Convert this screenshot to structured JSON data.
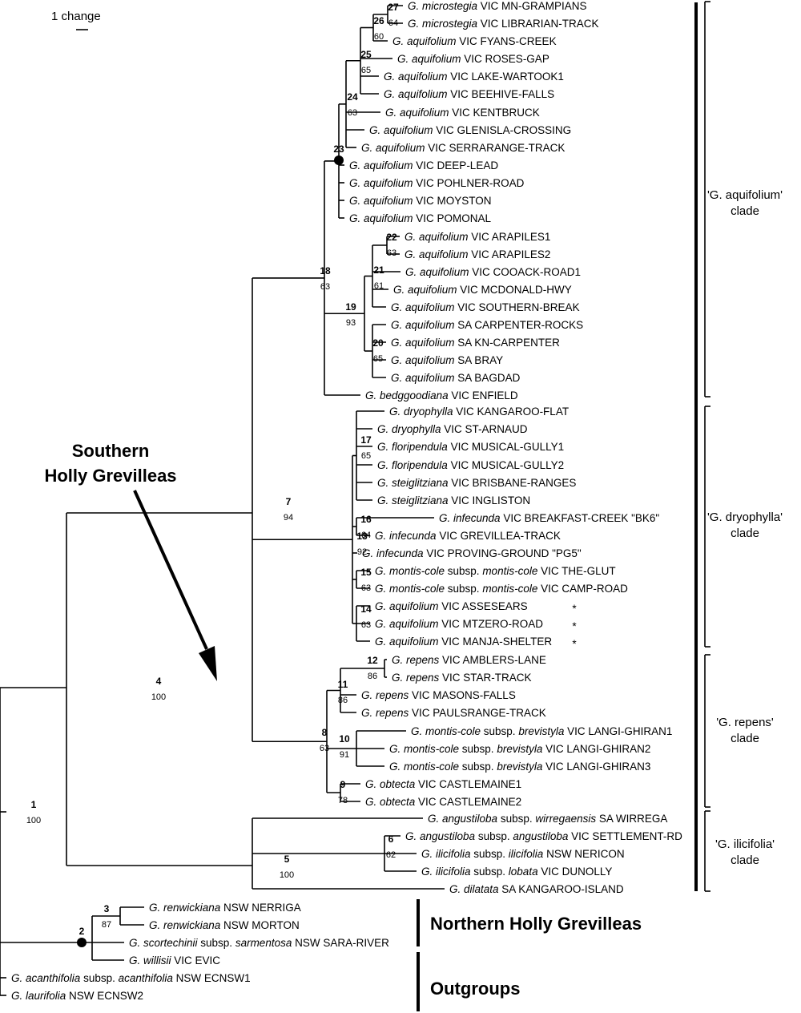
{
  "scale_label": "1 change",
  "callouts": {
    "southern_line1": "Southern",
    "southern_line2": "Holly Grevilleas",
    "northern": "Northern Holly Grevilleas",
    "outgroups": "Outgroups"
  },
  "clades": [
    {
      "name": "'G. aquifolium'",
      "suffix": "clade"
    },
    {
      "name": "'G. dryophylla'",
      "suffix": "clade"
    },
    {
      "name": "'G. repens'",
      "suffix": "clade"
    },
    {
      "name": "'G. ilicifolia'",
      "suffix": "clade"
    }
  ],
  "taxa": [
    {
      "sp": "G. microstegia",
      "loc": "VIC MN-GRAMPIANS"
    },
    {
      "sp": "G. microstegia",
      "loc": "VIC LIBRARIAN-TRACK"
    },
    {
      "sp": "G. aquifolium",
      "loc": "VIC FYANS-CREEK"
    },
    {
      "sp": "G. aquifolium",
      "loc": "VIC ROSES-GAP"
    },
    {
      "sp": "G. aquifolium",
      "loc": "VIC LAKE-WARTOOK1"
    },
    {
      "sp": "G. aquifolium",
      "loc": "VIC BEEHIVE-FALLS"
    },
    {
      "sp": "G. aquifolium",
      "loc": "VIC KENTBRUCK"
    },
    {
      "sp": "G. aquifolium",
      "loc": "VIC GLENISLA-CROSSING"
    },
    {
      "sp": "G. aquifolium",
      "loc": "VIC SERRARANGE-TRACK"
    },
    {
      "sp": "G. aquifolium",
      "loc": "VIC DEEP-LEAD"
    },
    {
      "sp": "G. aquifolium",
      "loc": "VIC POHLNER-ROAD"
    },
    {
      "sp": "G. aquifolium",
      "loc": "VIC MOYSTON"
    },
    {
      "sp": "G. aquifolium",
      "loc": "VIC POMONAL"
    },
    {
      "sp": "G. aquifolium",
      "loc": "VIC ARAPILES1"
    },
    {
      "sp": "G. aquifolium",
      "loc": "VIC ARAPILES2"
    },
    {
      "sp": "G. aquifolium",
      "loc": "VIC COOACK-ROAD1"
    },
    {
      "sp": "G. aquifolium",
      "loc": "VIC MCDONALD-HWY"
    },
    {
      "sp": "G. aquifolium",
      "loc": "VIC SOUTHERN-BREAK"
    },
    {
      "sp": "G. aquifolium",
      "loc": "SA CARPENTER-ROCKS"
    },
    {
      "sp": "G. aquifolium",
      "loc": "SA KN-CARPENTER"
    },
    {
      "sp": "G. aquifolium",
      "loc": "SA BRAY"
    },
    {
      "sp": "G. aquifolium",
      "loc": "SA BAGDAD"
    },
    {
      "sp": "G. bedggoodiana",
      "loc": "VIC ENFIELD"
    },
    {
      "sp": "G. dryophylla",
      "loc": "VIC KANGAROO-FLAT"
    },
    {
      "sp": "G. dryophylla",
      "loc": "VIC ST-ARNAUD"
    },
    {
      "sp": "G. floripendula",
      "loc": "VIC MUSICAL-GULLY1"
    },
    {
      "sp": "G. floripendula",
      "loc": "VIC MUSICAL-GULLY2"
    },
    {
      "sp": "G. steiglitziana",
      "loc": "VIC BRISBANE-RANGES"
    },
    {
      "sp": "G. steiglitziana",
      "loc": "VIC INGLISTON"
    },
    {
      "sp": "G. infecunda",
      "loc": "VIC BREAKFAST-CREEK \"BK6\""
    },
    {
      "sp": "G. infecunda",
      "loc": "VIC GREVILLEA-TRACK"
    },
    {
      "sp": "G. infecunda",
      "loc": "VIC PROVING-GROUND \"PG5\""
    },
    {
      "sp": "G. montis-cole",
      "subsp": "subsp.",
      "ssp": "montis-cole",
      "loc": "VIC THE-GLUT"
    },
    {
      "sp": "G. montis-cole",
      "subsp": "subsp.",
      "ssp": "montis-cole",
      "loc": "VIC CAMP-ROAD"
    },
    {
      "sp": "G. aquifolium",
      "loc": "VIC ASSESEARS",
      "mark": "*"
    },
    {
      "sp": "G. aquifolium",
      "loc": "VIC MTZERO-ROAD",
      "mark": "*"
    },
    {
      "sp": "G. aquifolium",
      "loc": "VIC MANJA-SHELTER",
      "mark": "*"
    },
    {
      "sp": "G. repens",
      "loc": "VIC AMBLERS-LANE"
    },
    {
      "sp": "G. repens",
      "loc": "VIC STAR-TRACK"
    },
    {
      "sp": "G. repens",
      "loc": "VIC MASONS-FALLS"
    },
    {
      "sp": "G. repens",
      "loc": "VIC PAULSRANGE-TRACK"
    },
    {
      "sp": "G. montis-cole",
      "subsp": "subsp.",
      "ssp": "brevistyla",
      "loc": "VIC LANGI-GHIRAN1"
    },
    {
      "sp": "G. montis-cole",
      "subsp": "subsp.",
      "ssp": "brevistyla",
      "loc": "VIC LANGI-GHIRAN2"
    },
    {
      "sp": "G. montis-cole",
      "subsp": "subsp.",
      "ssp": "brevistyla",
      "loc": "VIC LANGI-GHIRAN3"
    },
    {
      "sp": "G. obtecta",
      "loc": "VIC CASTLEMAINE1"
    },
    {
      "sp": "G. obtecta",
      "loc": "VIC CASTLEMAINE2"
    },
    {
      "sp": "G. angustiloba",
      "subsp": "subsp.",
      "ssp": "wirregaensis",
      "loc": "SA WIRREGA"
    },
    {
      "sp": "G. angustiloba",
      "subsp": "subsp.",
      "ssp": "angustiloba",
      "loc": "VIC SETTLEMENT-RD"
    },
    {
      "sp": "G. ilicifolia",
      "subsp": "subsp.",
      "ssp": "ilicifolia",
      "loc": "NSW NERICON"
    },
    {
      "sp": "G. ilicifolia",
      "subsp": "subsp.",
      "ssp": "lobata",
      "loc": "VIC DUNOLLY"
    },
    {
      "sp": "G. dilatata",
      "loc": "SA KANGAROO-ISLAND"
    },
    {
      "sp": "G. renwickiana",
      "loc": "NSW NERRIGA"
    },
    {
      "sp": "G. renwickiana",
      "loc": "NSW MORTON"
    },
    {
      "sp": "G. scortechinii",
      "subsp": "subsp.",
      "ssp": "sarmentosa",
      "loc": "NSW SARA-RIVER"
    },
    {
      "sp": "G. willisii",
      "loc": "VIC EVIC"
    },
    {
      "sp": "G. acanthifolia",
      "subsp": "subsp.",
      "ssp": "acanthifolia",
      "loc": "NSW ECNSW1"
    },
    {
      "sp": "G. laurifolia",
      "loc": "NSW ECNSW2"
    }
  ],
  "nodes": [
    {
      "id": "1",
      "support": "100"
    },
    {
      "id": "2",
      "support": ""
    },
    {
      "id": "3",
      "support": "87"
    },
    {
      "id": "4",
      "support": "100"
    },
    {
      "id": "5",
      "support": "100"
    },
    {
      "id": "6",
      "support": "62"
    },
    {
      "id": "7",
      "support": "94"
    },
    {
      "id": "8",
      "support": "63"
    },
    {
      "id": "9",
      "support": "78"
    },
    {
      "id": "10",
      "support": "91"
    },
    {
      "id": "11",
      "support": "86"
    },
    {
      "id": "12",
      "support": "86"
    },
    {
      "id": "13",
      "support": "92"
    },
    {
      "id": "14",
      "support": "63"
    },
    {
      "id": "15",
      "support": "63"
    },
    {
      "id": "16",
      "support": "64"
    },
    {
      "id": "17",
      "support": "65"
    },
    {
      "id": "18",
      "support": "63"
    },
    {
      "id": "19",
      "support": "93"
    },
    {
      "id": "20",
      "support": "65"
    },
    {
      "id": "21",
      "support": "61"
    },
    {
      "id": "22",
      "support": "63"
    },
    {
      "id": "23",
      "support": ""
    },
    {
      "id": "24",
      "support": "63"
    },
    {
      "id": "25",
      "support": "65"
    },
    {
      "id": "26",
      "support": "60"
    },
    {
      "id": "27",
      "support": "64"
    }
  ]
}
